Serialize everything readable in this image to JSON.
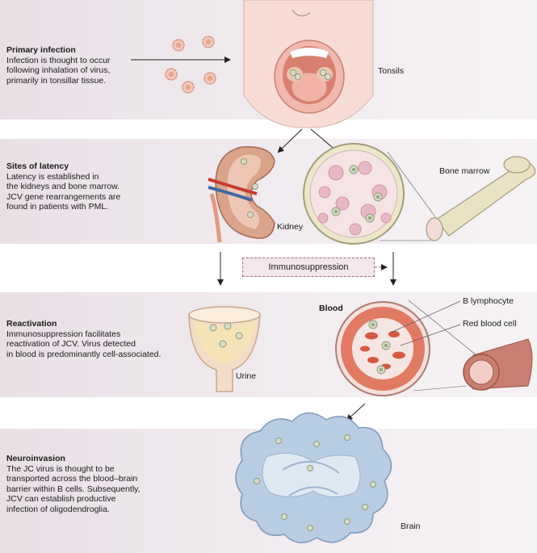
{
  "stages": [
    {
      "title": "Primary infection",
      "body": "Infection is thought to occur\nfollowing inhalation of virus,\nprimarily in tonsillar tissue."
    },
    {
      "title": "Sites of latency",
      "body": "Latency is established in\nthe kidneys and bone marrow.\nJCV gene rearrangements are\nfound in patients with PML."
    },
    {
      "title": "Reactivation",
      "body": "Immunosuppression facilitates\nreactivation of JCV. Virus detected\nin blood is predominantly cell-associated."
    },
    {
      "title": "Neuroinvasion",
      "body": "The JC virus is thought to be\ntransported across the blood–brain\nbarrier within B cells. Subsequently,\nJCV can establish productive\ninfection of oligodendroglia."
    }
  ],
  "labels": {
    "tonsils": "Tonsils",
    "kidney": "Kidney",
    "bone_marrow": "Bone marrow",
    "immunosuppression": "Immunosuppression",
    "blood": "Blood",
    "b_lymphocyte": "B lymphocyte",
    "red_blood_cell": "Red blood cell",
    "urine": "Urine",
    "brain": "Brain"
  },
  "colors": {
    "band": "#e9e0e6",
    "skin": "#f6dcd3",
    "virus": "#e3a088",
    "red_cell": "#d9573f",
    "brain": "#b9cde4",
    "bone": "#e8e2c4"
  }
}
